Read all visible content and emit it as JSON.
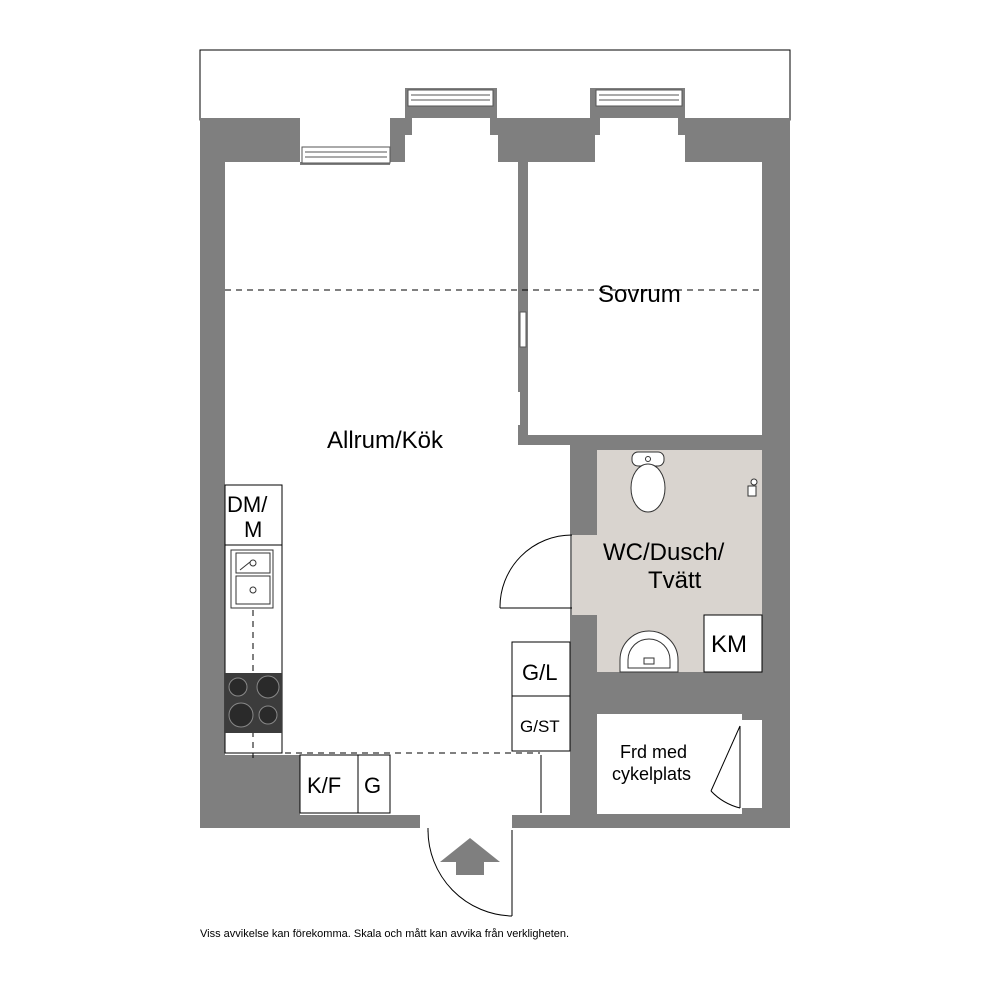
{
  "rooms": {
    "allrum": "Allrum/Kök",
    "sovrum": "Sovrum",
    "wc_line1": "WC/Dusch/",
    "wc_line2": "Tvätt",
    "frd_line1": "Frd med",
    "frd_line2": "cykelplats"
  },
  "appliances": {
    "dm_line1": "DM/",
    "dm_line2": "M",
    "km": "KM",
    "gl": "G/L",
    "gst": "G/ST",
    "kf": "K/F",
    "g": "G"
  },
  "disclaimer": "Viss avvikelse kan förekomma. Skala och mått kan avvika från verkligheten.",
  "icons": {
    "entrance": "entrance-arrow-icon",
    "toilet": "toilet-icon",
    "sink": "washbasin-icon",
    "kitchen_sink": "kitchen-sink-icon",
    "stove": "stove-icon"
  },
  "colors": {
    "wall": "#7f7f7f",
    "bathroom_floor": "#d9d4cf",
    "stove": "#3c3c3c"
  }
}
